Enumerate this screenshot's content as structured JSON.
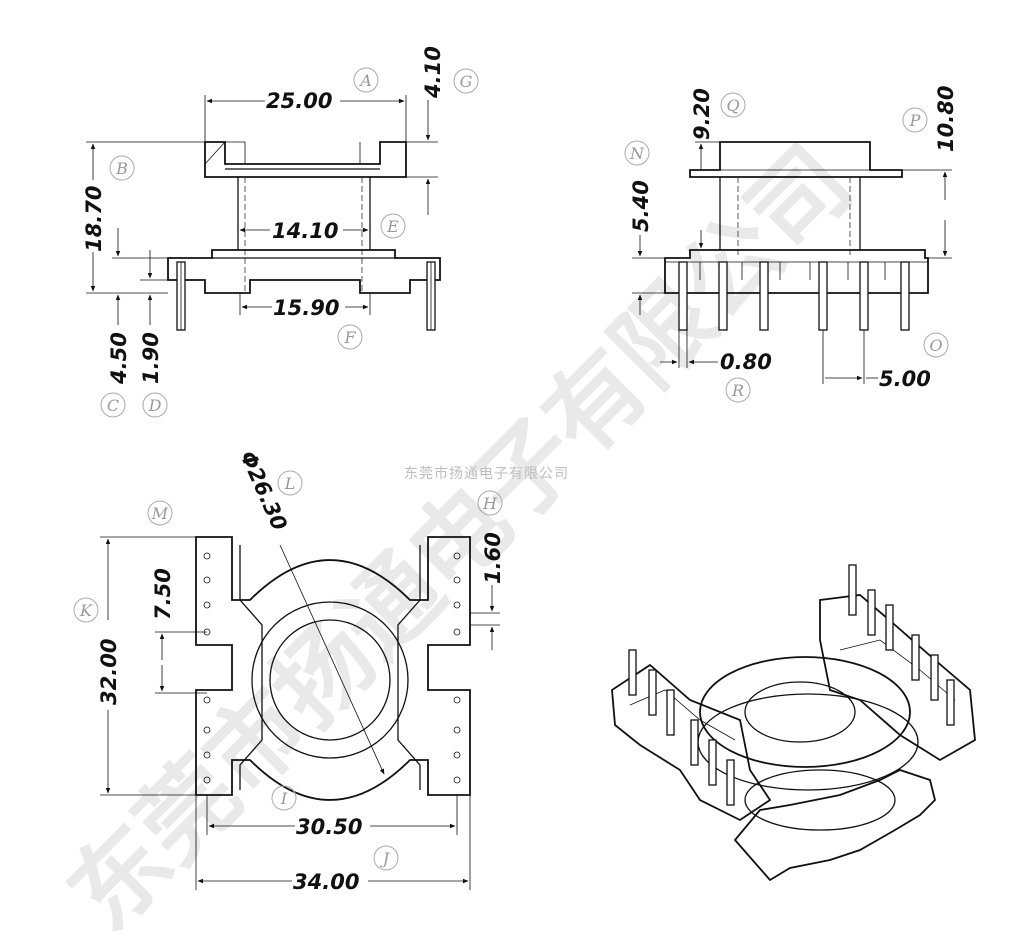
{
  "watermark": {
    "company_small": "东莞市扬通电子有限公司",
    "company_big": "东莞市扬通电子有限公司"
  },
  "front_view": {
    "dims": {
      "A": "25.00",
      "G": "4.10",
      "B": "18.70",
      "E": "14.10",
      "F": "15.90",
      "C": "4.50",
      "D": "1.90"
    },
    "tags": [
      "A",
      "G",
      "B",
      "E",
      "F",
      "C",
      "D"
    ]
  },
  "side_view": {
    "dims": {
      "Q": "9.20",
      "P": "10.80",
      "N": "5.40",
      "R": "0.80",
      "O": "5.00"
    },
    "tags": [
      "Q",
      "P",
      "N",
      "R",
      "O"
    ]
  },
  "bottom_view": {
    "dims": {
      "L": "Φ26.30",
      "H": "1.60",
      "M": "7.50",
      "K": "32.00",
      "I": "30.50",
      "J": "34.00"
    },
    "tags": [
      "L",
      "H",
      "M",
      "K",
      "I",
      "J"
    ]
  }
}
